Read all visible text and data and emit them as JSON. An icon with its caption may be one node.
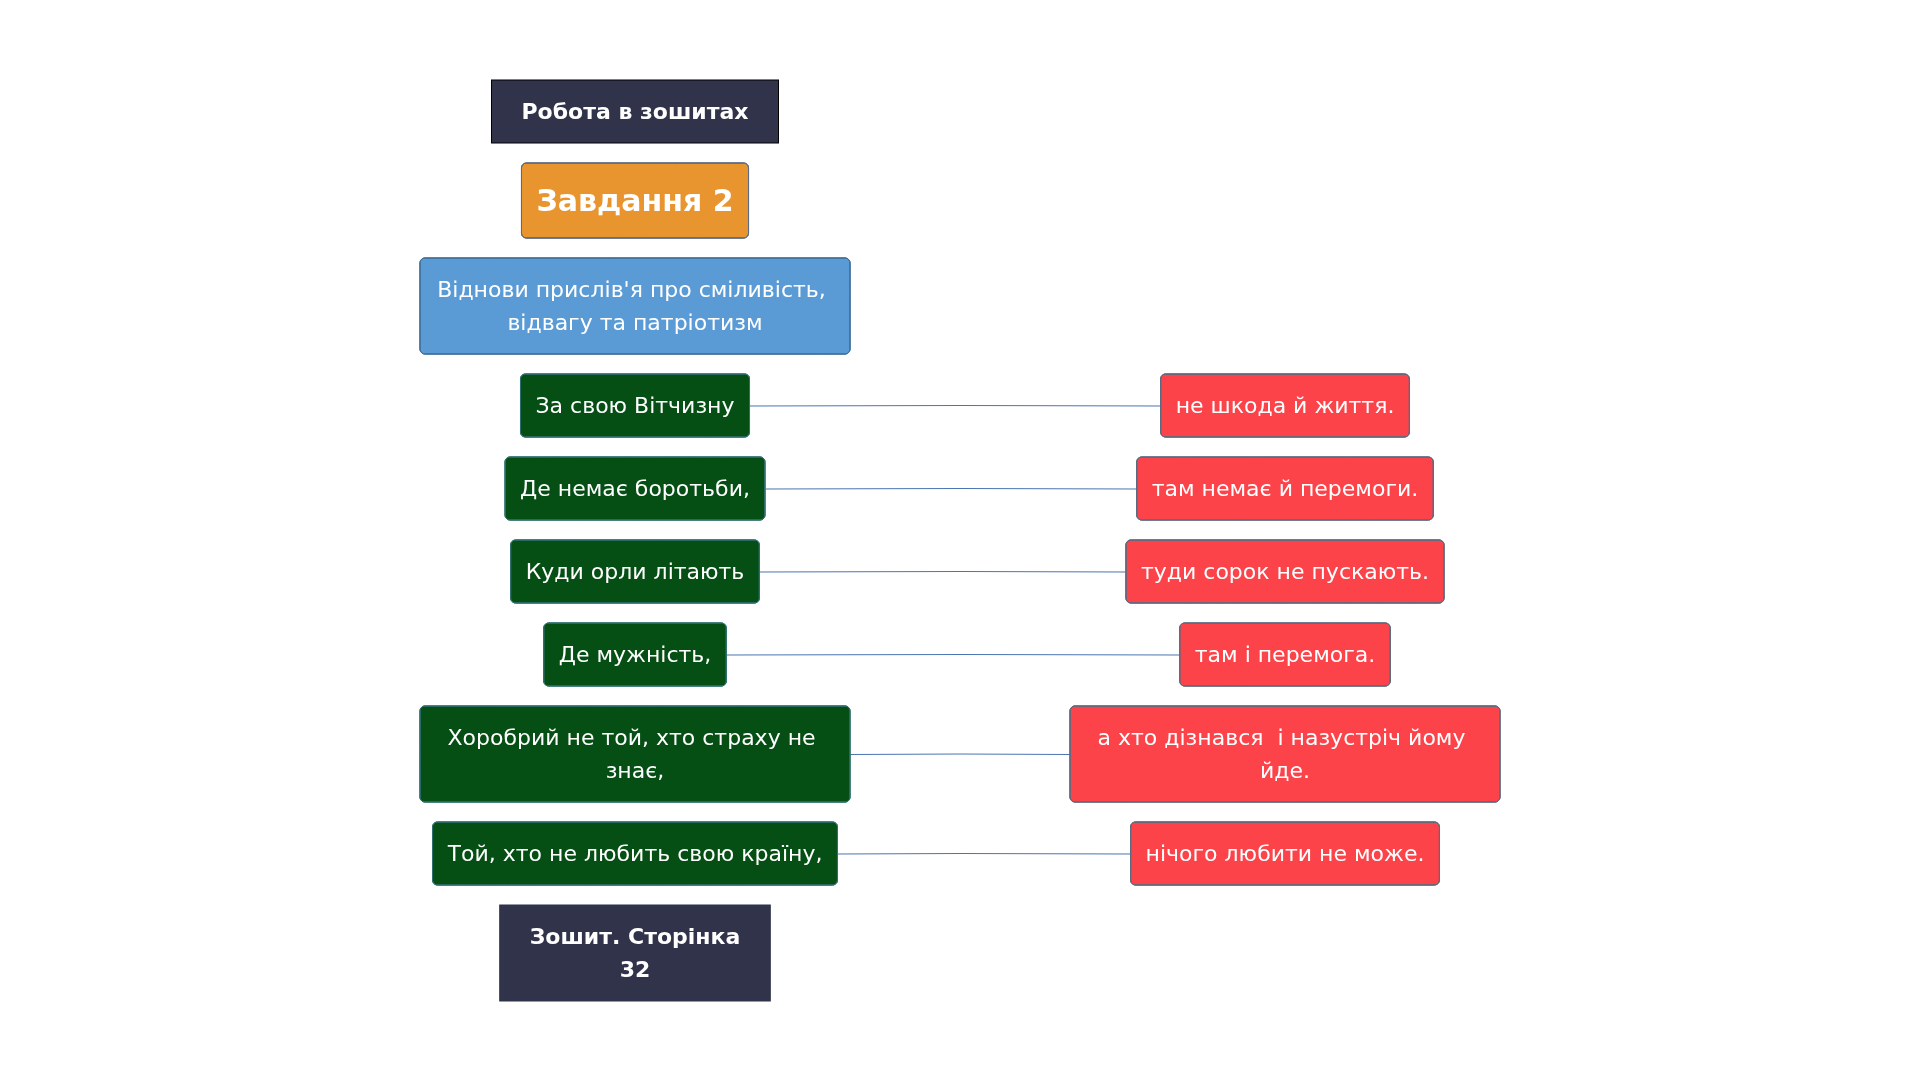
{
  "diagram": {
    "nodes": [
      {
        "text": [
          "Робота в зошитах"
        ]
      },
      {
        "text": [
          "Завдання 2"
        ]
      },
      {
        "text": [
          "Віднови прислів'я про сміливість, відвагу та патріотизм"
        ]
      },
      {
        "text": [
          "За свою Вітчизну"
        ]
      },
      {
        "text": [
          "Де немає боротьби,"
        ]
      },
      {
        "text": [
          "Куди орли літають"
        ]
      },
      {
        "text": [
          "Де мужність,"
        ]
      },
      {
        "text": [
          "Хоробрий не той, хто страху не знає,"
        ]
      },
      {
        "text": [
          "Той, хто не любить свою країну,"
        ]
      },
      {
        "text": [
          "там і перемога."
        ]
      },
      {
        "text": [
          "нічого любити не може."
        ]
      },
      {
        "text": [
          "не шкода й життя."
        ]
      },
      {
        "text": [
          "там немає й перемоги."
        ]
      },
      {
        "text": [
          "туди сорок не пускають."
        ]
      },
      {
        "text": [
          "а хто дізнався  і назустріч йому йде."
        ]
      },
      {
        "text": [
          "Зошит. Сторінка",
          "32"
        ]
      }
    ],
    "edges": [
      {
        "from": 3,
        "to": 11,
        "arrow": "none"
      },
      {
        "from": 4,
        "to": 12,
        "arrow": "none"
      },
      {
        "from": 5,
        "to": 13,
        "arrow": "none"
      },
      {
        "from": 6,
        "to": 9,
        "arrow": "none"
      },
      {
        "from": 7,
        "to": 14,
        "arrow": "none"
      },
      {
        "from": 8,
        "to": 10,
        "arrow": "none"
      }
    ]
  }
}
